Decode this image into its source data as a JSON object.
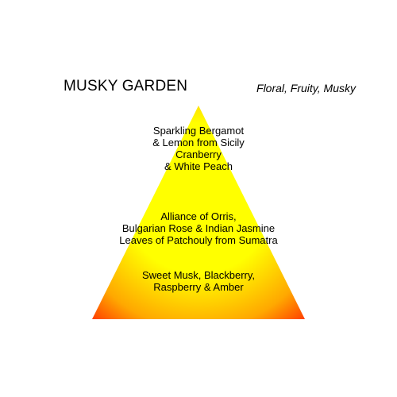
{
  "header": {
    "title": "MUSKY GARDEN",
    "subtitle": "Floral, Fruity, Musky"
  },
  "colors": {
    "apex": "#ffff00",
    "base": "#ff2a00",
    "edge": "#ffa800"
  },
  "pyramid": {
    "top_notes": [
      "Sparkling Bergamot",
      "& Lemon from Sicily",
      "Cranberry",
      "& White Peach"
    ],
    "heart_notes": [
      "Alliance of Orris,",
      "Bulgarian Rose & Indian Jasmine",
      "Leaves of Patchouly from Sumatra"
    ],
    "base_notes": [
      "Sweet Musk, Blackberry,",
      "Raspberry & Amber"
    ]
  }
}
